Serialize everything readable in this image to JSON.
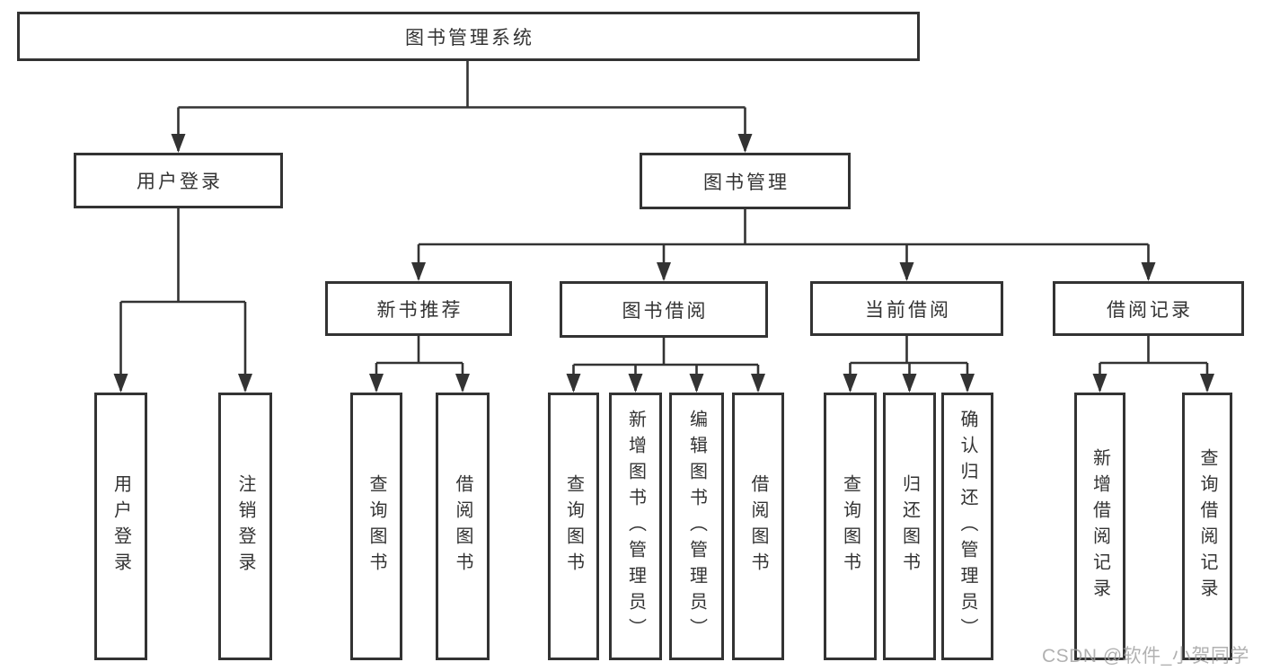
{
  "diagram_title": "图书管理系统",
  "colors": {
    "line": "#333333",
    "text": "#333333",
    "box_fill": "#ffffff",
    "watermark": "#9e9e9e"
  },
  "watermark": {
    "text": "CSDN @软件_小贺同学"
  },
  "nodes": {
    "root": "图书管理系统",
    "user_login": "用户登录",
    "book_mgmt": "图书管理",
    "new_book_rec": "新书推荐",
    "book_borrow": "图书借阅",
    "current_borrow": "当前借阅",
    "borrow_records": "借阅记录",
    "ul_login": "用户登录",
    "ul_logout": "注销登录",
    "nbr_query": "查询图书",
    "nbr_borrow": "借阅图书",
    "bb_query": "查询图书",
    "bb_add": "新增图书（管理员）",
    "bb_edit": "编辑图书（管理员）",
    "bb_borrow": "借阅图书",
    "cb_query": "查询图书",
    "cb_return": "归还图书",
    "cb_confirm": "确认归还（管理员）",
    "br_add": "新增借阅记录",
    "br_query": "查询借阅记录"
  },
  "structure": {
    "图书管理系统": [
      "用户登录",
      "图书管理"
    ],
    "用户登录": [
      "用户登录",
      "注销登录"
    ],
    "图书管理": [
      "新书推荐",
      "图书借阅",
      "当前借阅",
      "借阅记录"
    ],
    "新书推荐": [
      "查询图书",
      "借阅图书"
    ],
    "图书借阅": [
      "查询图书",
      "新增图书（管理员）",
      "编辑图书（管理员）",
      "借阅图书"
    ],
    "当前借阅": [
      "查询图书",
      "归还图书",
      "确认归还（管理员）"
    ],
    "借阅记录": [
      "新增借阅记录",
      "查询借阅记录"
    ]
  }
}
